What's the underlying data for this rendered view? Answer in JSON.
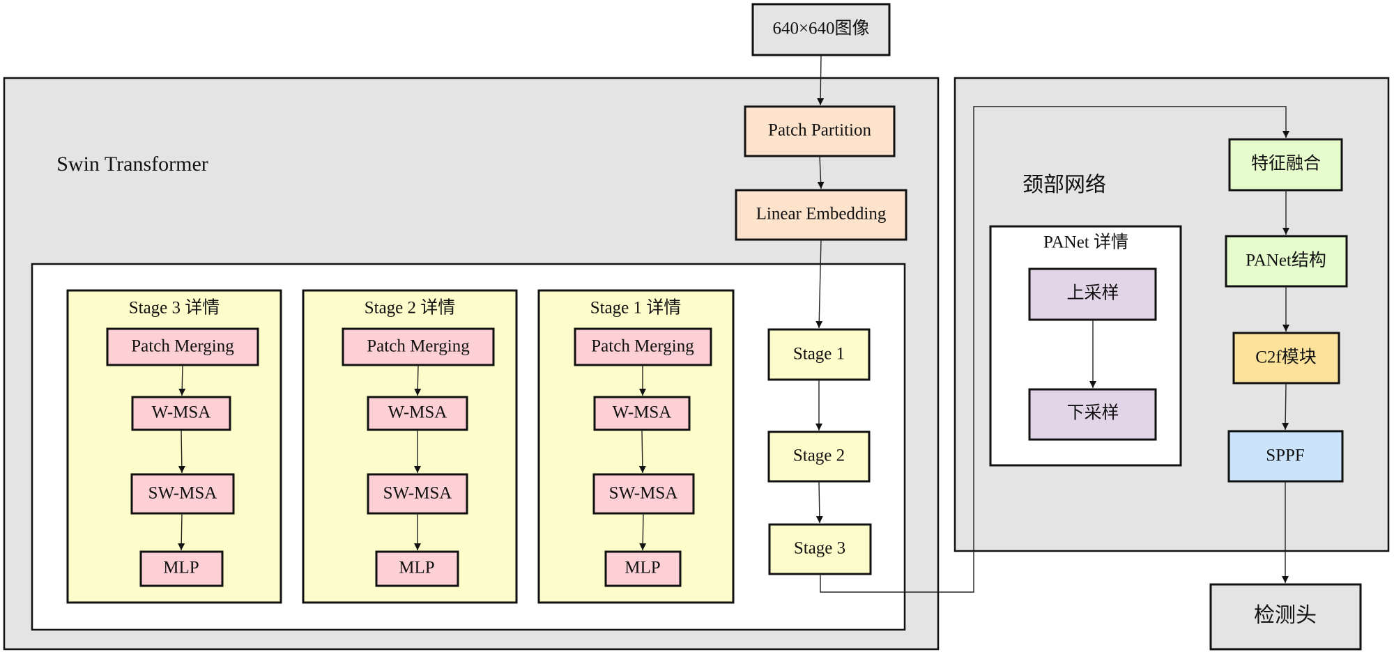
{
  "colors": {
    "panel_gray": "#e4e4e4",
    "white": "#ffffff",
    "stage_yellow": "#fdfdcc",
    "block_pink": "#fcd0d4",
    "embed_orange": "#fde3cc",
    "upsample_purple": "#e2d5e8",
    "fusion_green": "#e6fccd",
    "c2f_gold": "#fde29c",
    "sppf_blue": "#cbe3fb",
    "io_gray": "#e4e4e4"
  },
  "input": {
    "label": "640×640图像"
  },
  "backbone": {
    "title": "Swin Transformer",
    "patch_partition": "Patch Partition",
    "linear_embedding": "Linear Embedding",
    "stages": [
      "Stage 1",
      "Stage 2",
      "Stage 3"
    ],
    "stage_details": [
      {
        "title": "Stage 3 详情",
        "blocks": [
          "Patch Merging",
          "W-MSA",
          "SW-MSA",
          "MLP"
        ]
      },
      {
        "title": "Stage 2 详情",
        "blocks": [
          "Patch Merging",
          "W-MSA",
          "SW-MSA",
          "MLP"
        ]
      },
      {
        "title": "Stage 1 详情",
        "blocks": [
          "Patch Merging",
          "W-MSA",
          "SW-MSA",
          "MLP"
        ]
      }
    ]
  },
  "neck": {
    "title": "颈部网络",
    "panet_detail": {
      "title": "PANet 详情",
      "blocks": [
        "上采样",
        "下采样"
      ]
    },
    "pipeline": [
      "特征融合",
      "PANet结构",
      "C2f模块",
      "SPPF"
    ]
  },
  "head": {
    "label": "检测头"
  }
}
